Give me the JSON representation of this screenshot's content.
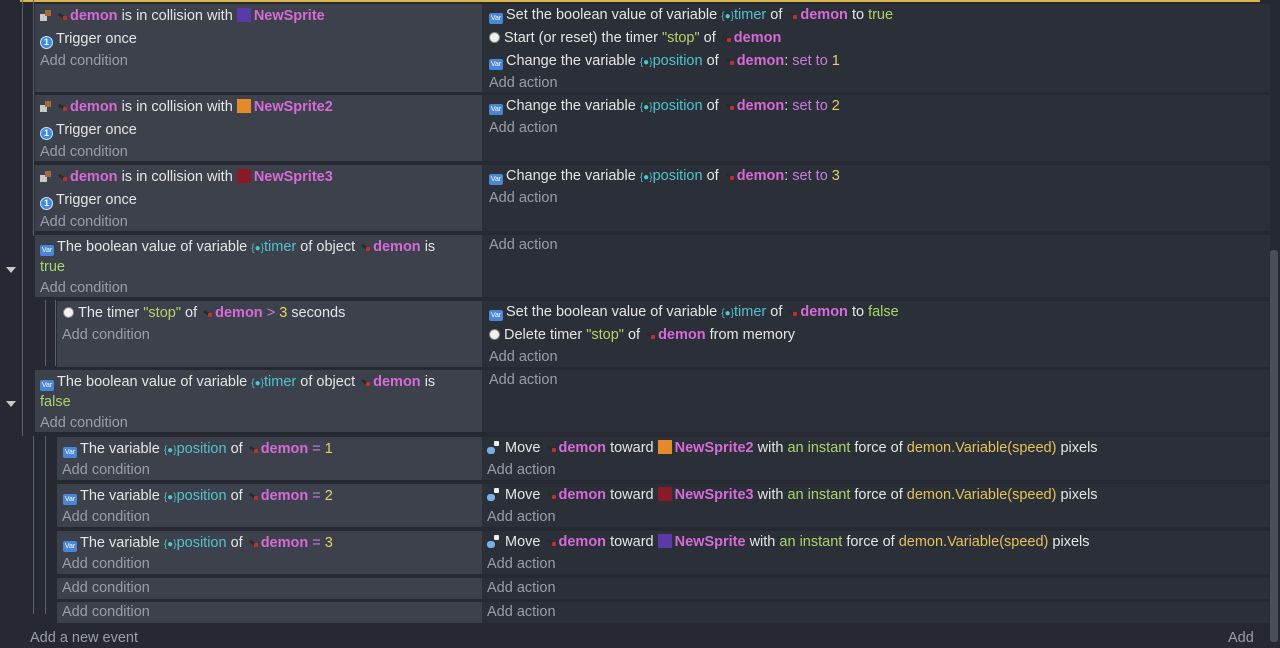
{
  "common": {
    "demon": "demon",
    "trigger_once": "Trigger once",
    "add_condition": "Add condition",
    "add_action": "Add action",
    "is_in_collision_with": "is in collision with",
    "set_bool": "Set the boolean value of variable",
    "of": "of",
    "to": "to",
    "change_var": "Change the variable",
    "set_to": "set to",
    "position": "position",
    "timer": "timer",
    "colon": ":",
    "bool_value_of": "The boolean value of variable",
    "of_object": "of object",
    "is": "is",
    "the_variable": "The variable",
    "equals": "=",
    "move": "Move",
    "toward": "toward",
    "with": "with",
    "an_instant": "an instant",
    "force_of": "force of",
    "speed_expr": "demon.Variable(speed)",
    "pixels": "pixels",
    "true": "true",
    "false": "false",
    "start_timer": "Start (or reset) the timer",
    "stop_str": "\"stop\"",
    "the_timer": "The timer",
    "gt": ">",
    "three": "3",
    "seconds": "seconds",
    "delete_timer": "Delete timer",
    "from_memory": "from memory",
    "one": "1",
    "two": "2",
    "sprite1": "NewSprite",
    "sprite2": "NewSprite2",
    "sprite3": "NewSprite3",
    "var_icon": "Var"
  },
  "colors": {
    "sprite1": "#5a3aa8",
    "sprite2": "#e58a2a",
    "sprite3": "#8a1a26",
    "accent": "#d8b54a"
  },
  "footer": {
    "add_event": "Add a new event",
    "add_right": "Add"
  }
}
